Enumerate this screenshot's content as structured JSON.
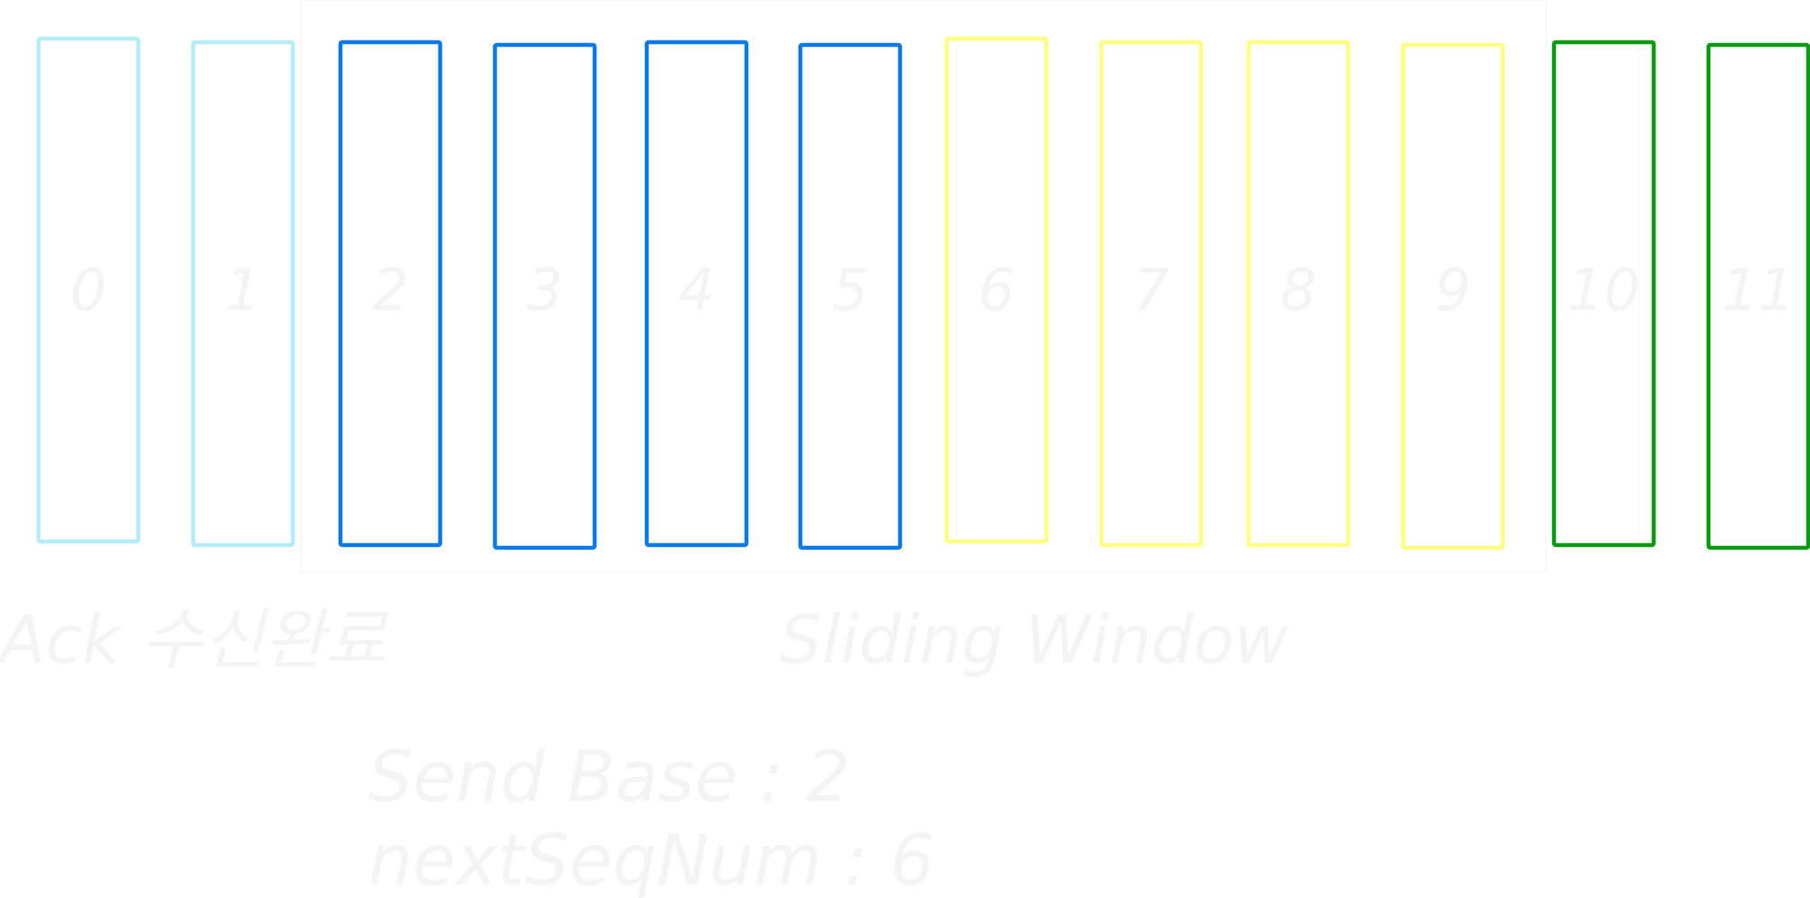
{
  "colors": {
    "acked": "#b3ecfb",
    "sent": "#0a7ae8",
    "usable": "#ffff7f",
    "future": "#0a9a10",
    "label": "#f4f4f4",
    "window_border": "#f6f6f6"
  },
  "packets": [
    {
      "number": "0",
      "state": "acked"
    },
    {
      "number": "1",
      "state": "acked"
    },
    {
      "number": "2",
      "state": "sent"
    },
    {
      "number": "3",
      "state": "sent"
    },
    {
      "number": "4",
      "state": "sent"
    },
    {
      "number": "5",
      "state": "sent"
    },
    {
      "number": "6",
      "state": "usable"
    },
    {
      "number": "7",
      "state": "usable"
    },
    {
      "number": "8",
      "state": "usable"
    },
    {
      "number": "9",
      "state": "usable"
    },
    {
      "number": "10",
      "state": "future"
    },
    {
      "number": "11",
      "state": "future"
    }
  ],
  "labels": {
    "ack_received": "Ack 수신완료",
    "sliding_window": "Sliding   Window",
    "send_base": "Send Base : 2",
    "next_seq_num": "nextSeqNum : 6"
  }
}
